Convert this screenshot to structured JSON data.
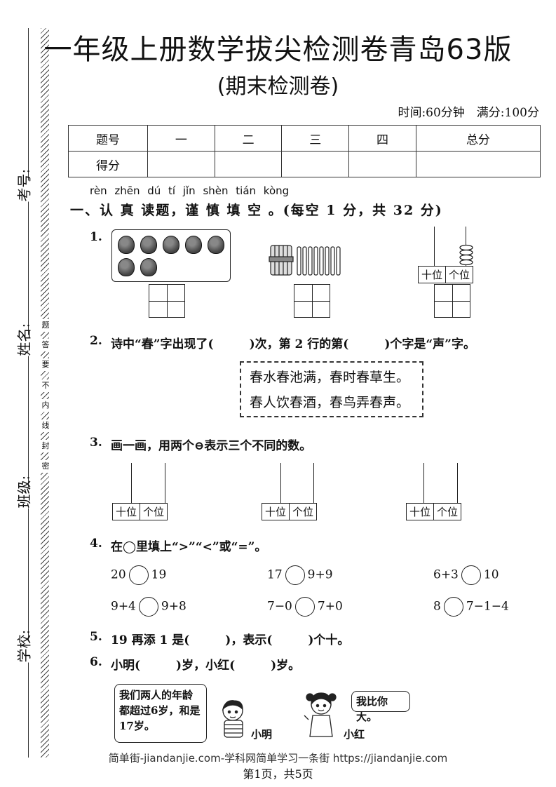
{
  "sidebar": {
    "exam_no_label": "考号:",
    "name_label": "姓名:",
    "class_label": "班级:",
    "school_label": "学校:",
    "seal_chars": [
      "题",
      "答",
      "要",
      "不",
      "内",
      "线",
      "封",
      "密"
    ]
  },
  "header": {
    "title": "一年级上册数学拔尖检测卷青岛63版",
    "subtitle": "(期末检测卷)",
    "time_info": "时间:60分钟　满分:100分"
  },
  "score_table": {
    "row1": [
      "题号",
      "一",
      "二",
      "三",
      "四",
      "总分"
    ],
    "row2": [
      "得分",
      "",
      "",
      "",
      "",
      ""
    ]
  },
  "section1": {
    "pinyin": "rèn zhēn dú tí jǐn shèn tián kòng",
    "title": "一、认 真 读题，谨 慎 填 空 。(每空 1 分，共 32 分)"
  },
  "q1": {
    "num": "1.",
    "tens": "十位",
    "ones": "个位"
  },
  "q2": {
    "num": "2.",
    "text": "诗中“春”字出现了(　　　)次，第 2 行的第(　　　)个字是“声”字。",
    "poem_line1": "春水春池满，春时春草生。",
    "poem_line2": "春人饮春酒，春鸟弄春声。"
  },
  "q3": {
    "num": "3.",
    "text": "画一画，用两个⊖表示三个不同的数。",
    "tens": "十位",
    "ones": "个位"
  },
  "q4": {
    "num": "4.",
    "text": "在◯里填上“>”“<”或“=”。",
    "items": [
      {
        "left": "20",
        "right": "19"
      },
      {
        "left": "17",
        "right": "9+9"
      },
      {
        "left": "6+3",
        "right": "10"
      },
      {
        "left": "9+4",
        "right": "9+8"
      },
      {
        "left": "7−0",
        "right": "7+0"
      },
      {
        "left": "8",
        "right": "7−1−4"
      }
    ]
  },
  "q5": {
    "num": "5.",
    "text": "19 再添 1 是(　　　)，表示(　　　)个十。"
  },
  "q6": {
    "num": "6.",
    "text": "小明(　　　)岁，小红(　　　)岁。",
    "bubble_ming": "我们两人的年龄都超过6岁，和是17岁。",
    "bubble_hong": "我比你大。",
    "name_ming": "小明",
    "name_hong": "小红"
  },
  "footer": {
    "watermark": "简单街-jiandanjie.com-学科网简单学习一条街 https://jiandanjie.com",
    "page": "第1页，共5页"
  }
}
